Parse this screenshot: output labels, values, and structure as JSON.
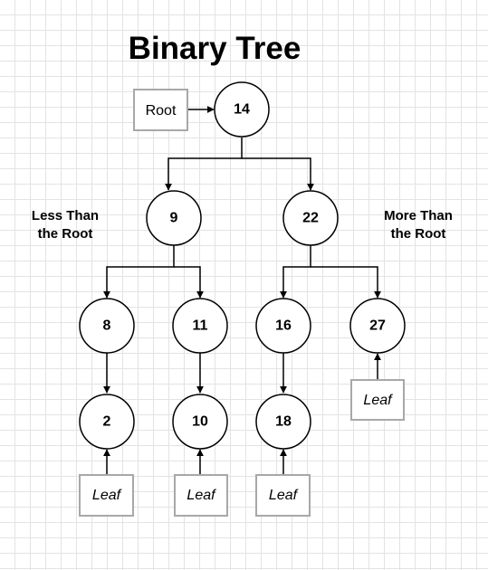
{
  "title": "Binary Tree",
  "root_label": "Root",
  "leaf_label": "Leaf",
  "left_caption": [
    "Less Than",
    "the Root"
  ],
  "right_caption": [
    "More Than",
    "the Root"
  ],
  "nodes": {
    "n14": "14",
    "n9": "9",
    "n22": "22",
    "n8": "8",
    "n11": "11",
    "n16": "16",
    "n27": "27",
    "n2": "2",
    "n10": "10",
    "n18": "18"
  }
}
